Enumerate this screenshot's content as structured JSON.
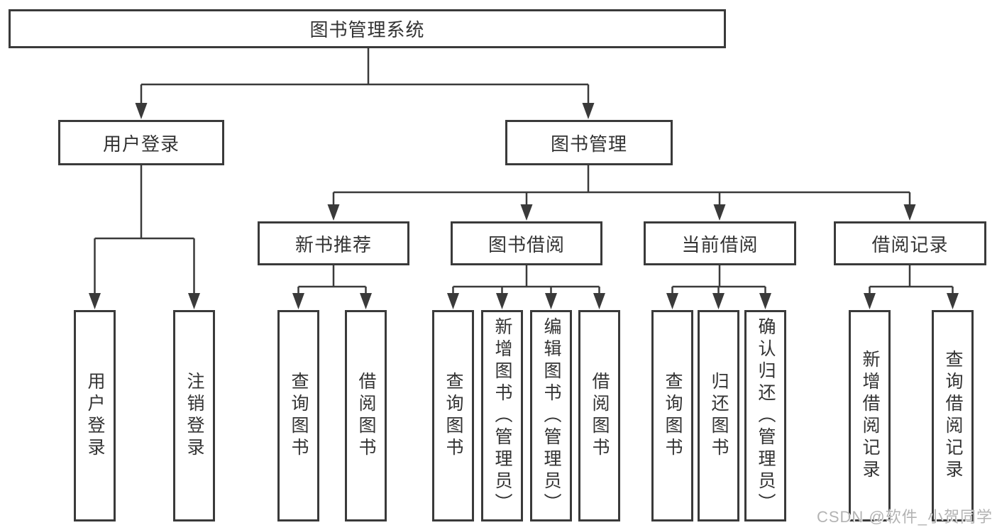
{
  "tree": {
    "root": {
      "label": "图书管理系统"
    },
    "children": [
      {
        "label": "用户登录",
        "children": [
          "用户登录",
          "注销登录"
        ]
      },
      {
        "label": "图书管理",
        "children": [
          {
            "label": "新书推荐",
            "children": [
              "查询图书",
              "借阅图书"
            ]
          },
          {
            "label": "图书借阅",
            "children": [
              "查询图书",
              "新增图书（管理员）",
              "编辑图书（管理员）",
              "借阅图书"
            ]
          },
          {
            "label": "当前借阅",
            "children": [
              "查询图书",
              "归还图书",
              "确认归还（管理员）"
            ]
          },
          {
            "label": "借阅记录",
            "children": [
              "新增借阅记录",
              "查询借阅记录"
            ]
          }
        ]
      }
    ]
  },
  "watermark": {
    "text": "CSDN @软件_小贺同学"
  },
  "colors": {
    "line": "#3a3a3a",
    "box_border": "#3a3a3a",
    "text": "#333333",
    "watermark": "#b3b3b3",
    "background": "#ffffff"
  }
}
